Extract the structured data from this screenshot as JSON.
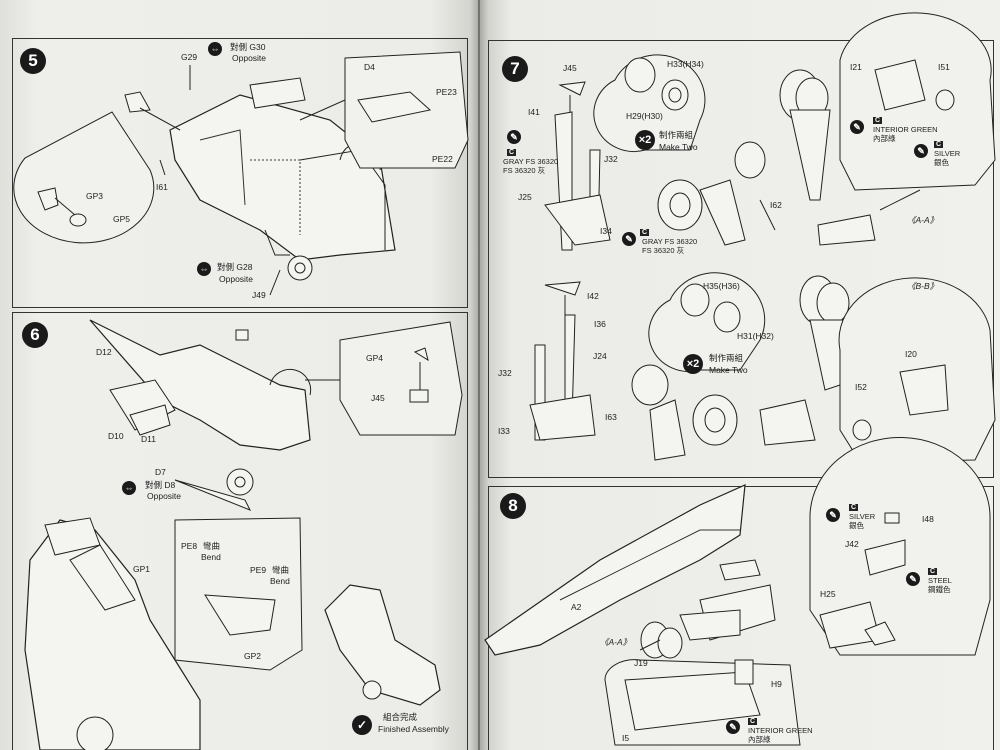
{
  "step5": {
    "num": "5",
    "opp1_cn": "對側 G30",
    "opp1_en": "Opposite",
    "opp2_cn": "對側 G28",
    "opp2_en": "Opposite",
    "parts": {
      "g29": "G29",
      "d4": "D4",
      "pe23": "PE23",
      "pe22": "PE22",
      "gp3": "GP3",
      "gp5": "GP5",
      "i61": "I61",
      "j49": "J49"
    }
  },
  "step6": {
    "num": "6",
    "opp_cn": "對側 D8",
    "opp_en": "Opposite",
    "bend1_cn": "彎曲",
    "bend1_en": "Bend",
    "bend2_cn": "彎曲",
    "bend2_en": "Bend",
    "finished_cn": "組合完成",
    "finished_en": "Finished Assembly",
    "parts": {
      "d12": "D12",
      "d10": "D10",
      "d11": "D11",
      "d7": "D7",
      "gp4": "GP4",
      "j45": "J45",
      "gp1": "GP1",
      "pe8": "PE8",
      "pe9": "PE9",
      "gp2": "GP2"
    }
  },
  "step7": {
    "num": "7",
    "color_gray_code": "C",
    "color_gray_1": "GRAY FS 36320",
    "color_gray_2": "FS  36320 灰",
    "color_green_code": "C",
    "color_green_1": "INTERIOR GREEN",
    "color_green_2": "內部綠",
    "color_silver_code": "C",
    "color_silver_1": "SILVER",
    "color_silver_2": "銀色",
    "make_two_cn": "制作兩組",
    "make_two_en": "Make Two",
    "make_two_cn_b": "制作兩組",
    "make_two_en_b": "Make Two",
    "x2": "×2",
    "section_aa": "《A-A》",
    "section_bb": "《B-B》",
    "parts": {
      "j45": "J45",
      "i41": "I41",
      "j32a": "J32",
      "j25": "J25",
      "i34": "I34",
      "h33": "H33(H34)",
      "h29": "H29(H30)",
      "i62": "I62",
      "i21": "I21",
      "i51": "I51",
      "i42": "I42",
      "i36": "I36",
      "j24": "J24",
      "j32b": "J32",
      "i33": "I33",
      "h35": "H35(H36)",
      "h31": "H31(H32)",
      "i63": "I63",
      "i20": "I20",
      "i52": "I52"
    }
  },
  "step8": {
    "num": "8",
    "color_silver_code": "C",
    "color_silver_1": "SILVER",
    "color_silver_2": "銀色",
    "color_steel_code": "C",
    "color_steel_1": "STEEL",
    "color_steel_2": "鋼鐵色",
    "color_green_code": "C",
    "color_green_1": "INTERIOR GREEN",
    "color_green_2": "內部綠",
    "section_aa": "《A-A》",
    "parts": {
      "i48": "I48",
      "j42": "J42",
      "h25": "H25",
      "a2": "A2",
      "j19": "J19",
      "h9": "H9",
      "i5": "I5"
    }
  }
}
